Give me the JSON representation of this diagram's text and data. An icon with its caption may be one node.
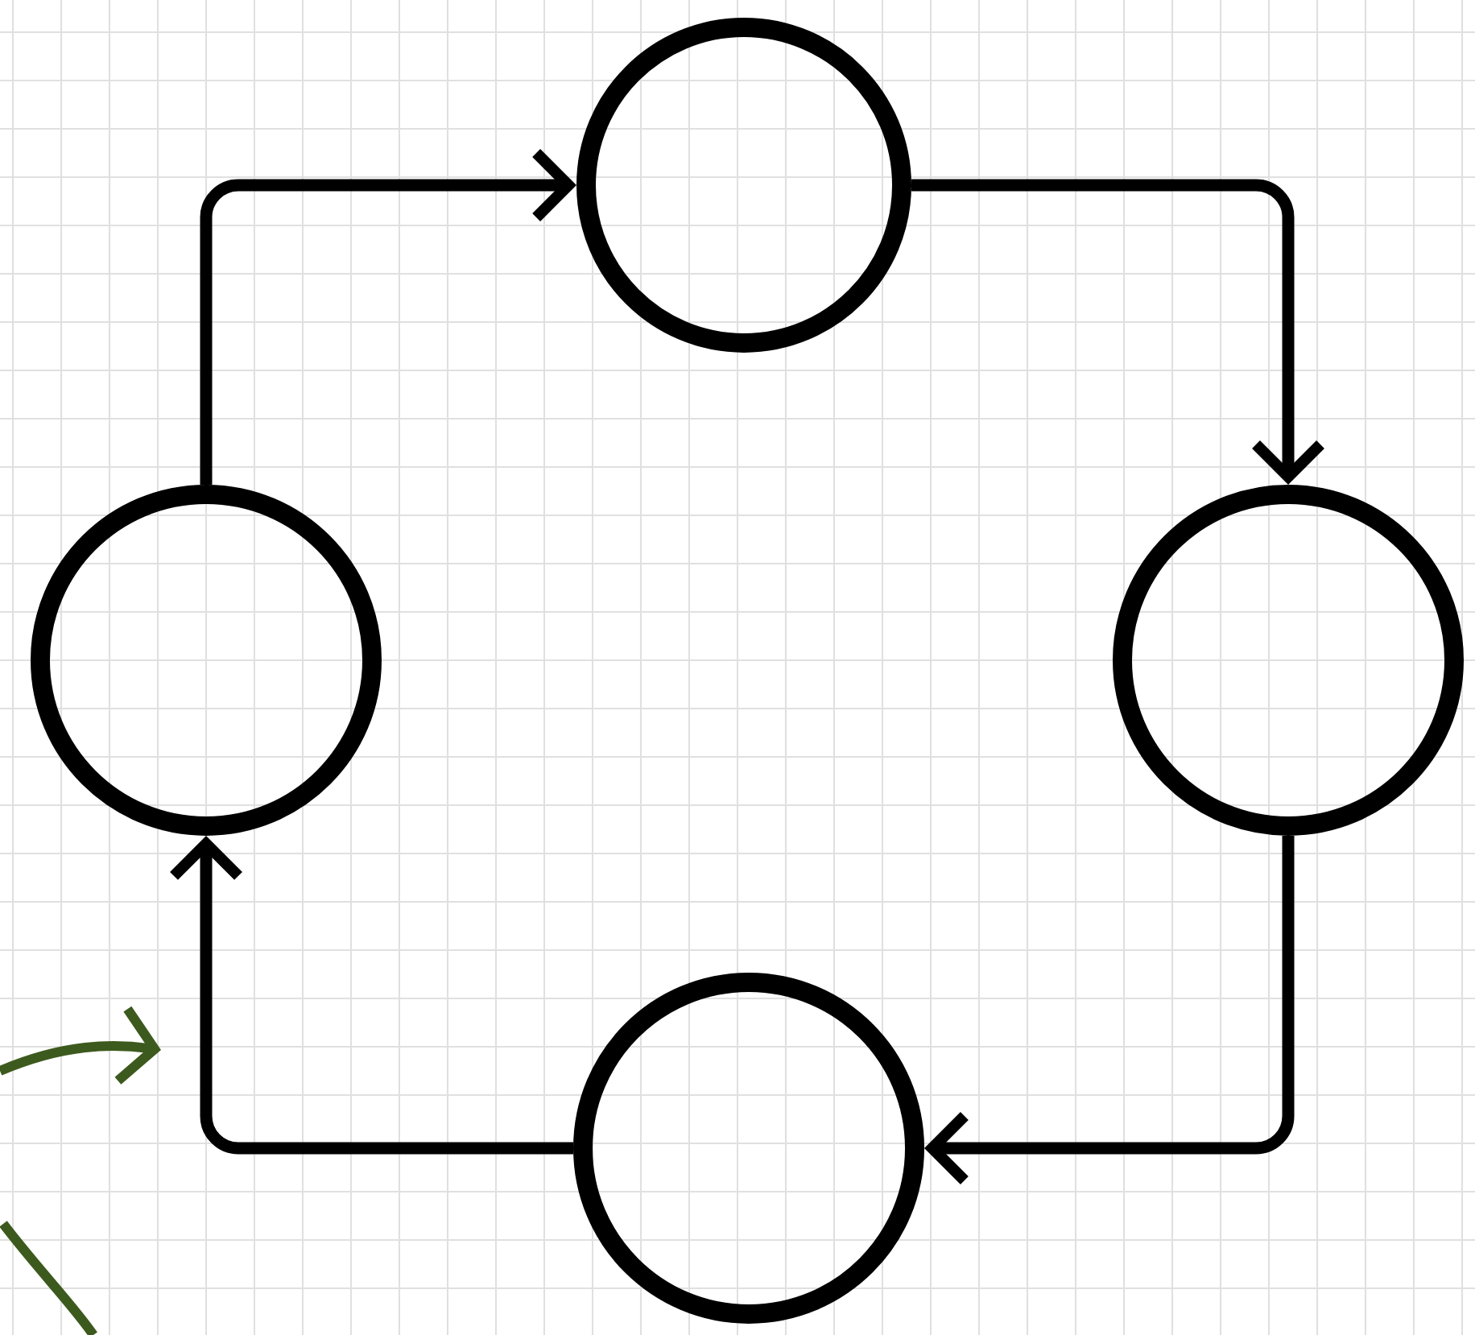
{
  "diagram": {
    "nodes": [
      {
        "text": [],
        "shape": "circle"
      },
      {
        "text": [],
        "shape": "circle"
      },
      {
        "text": [],
        "shape": "circle"
      },
      {
        "text": [],
        "shape": "circle"
      }
    ],
    "edges": [
      {
        "from": 1,
        "to": 0,
        "arrow": "to"
      },
      {
        "from": 0,
        "to": 2,
        "arrow": "to"
      },
      {
        "from": 2,
        "to": 3,
        "arrow": "to"
      },
      {
        "from": 3,
        "to": 1,
        "arrow": "to"
      }
    ]
  }
}
